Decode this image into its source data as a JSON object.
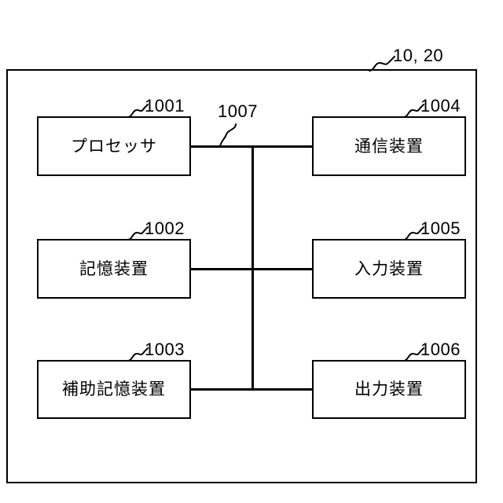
{
  "diagram": {
    "type": "block-diagram",
    "description": "Computer hardware configuration block diagram",
    "line_color": "#000000",
    "background_color": "#ffffff",
    "system": {
      "ref": "10, 20",
      "leader": "squiggle"
    },
    "bus": {
      "ref": "1007",
      "leader": "squiggle"
    },
    "blocks": [
      {
        "ref": "1001",
        "label": "プロセッサ",
        "column": "left",
        "row": 1
      },
      {
        "ref": "1004",
        "label": "通信装置",
        "column": "right",
        "row": 1
      },
      {
        "ref": "1002",
        "label": "記憶装置",
        "column": "left",
        "row": 2
      },
      {
        "ref": "1005",
        "label": "入力装置",
        "column": "right",
        "row": 2
      },
      {
        "ref": "1003",
        "label": "補助記憶装置",
        "column": "left",
        "row": 3
      },
      {
        "ref": "1006",
        "label": "出力装置",
        "column": "right",
        "row": 3
      }
    ]
  }
}
